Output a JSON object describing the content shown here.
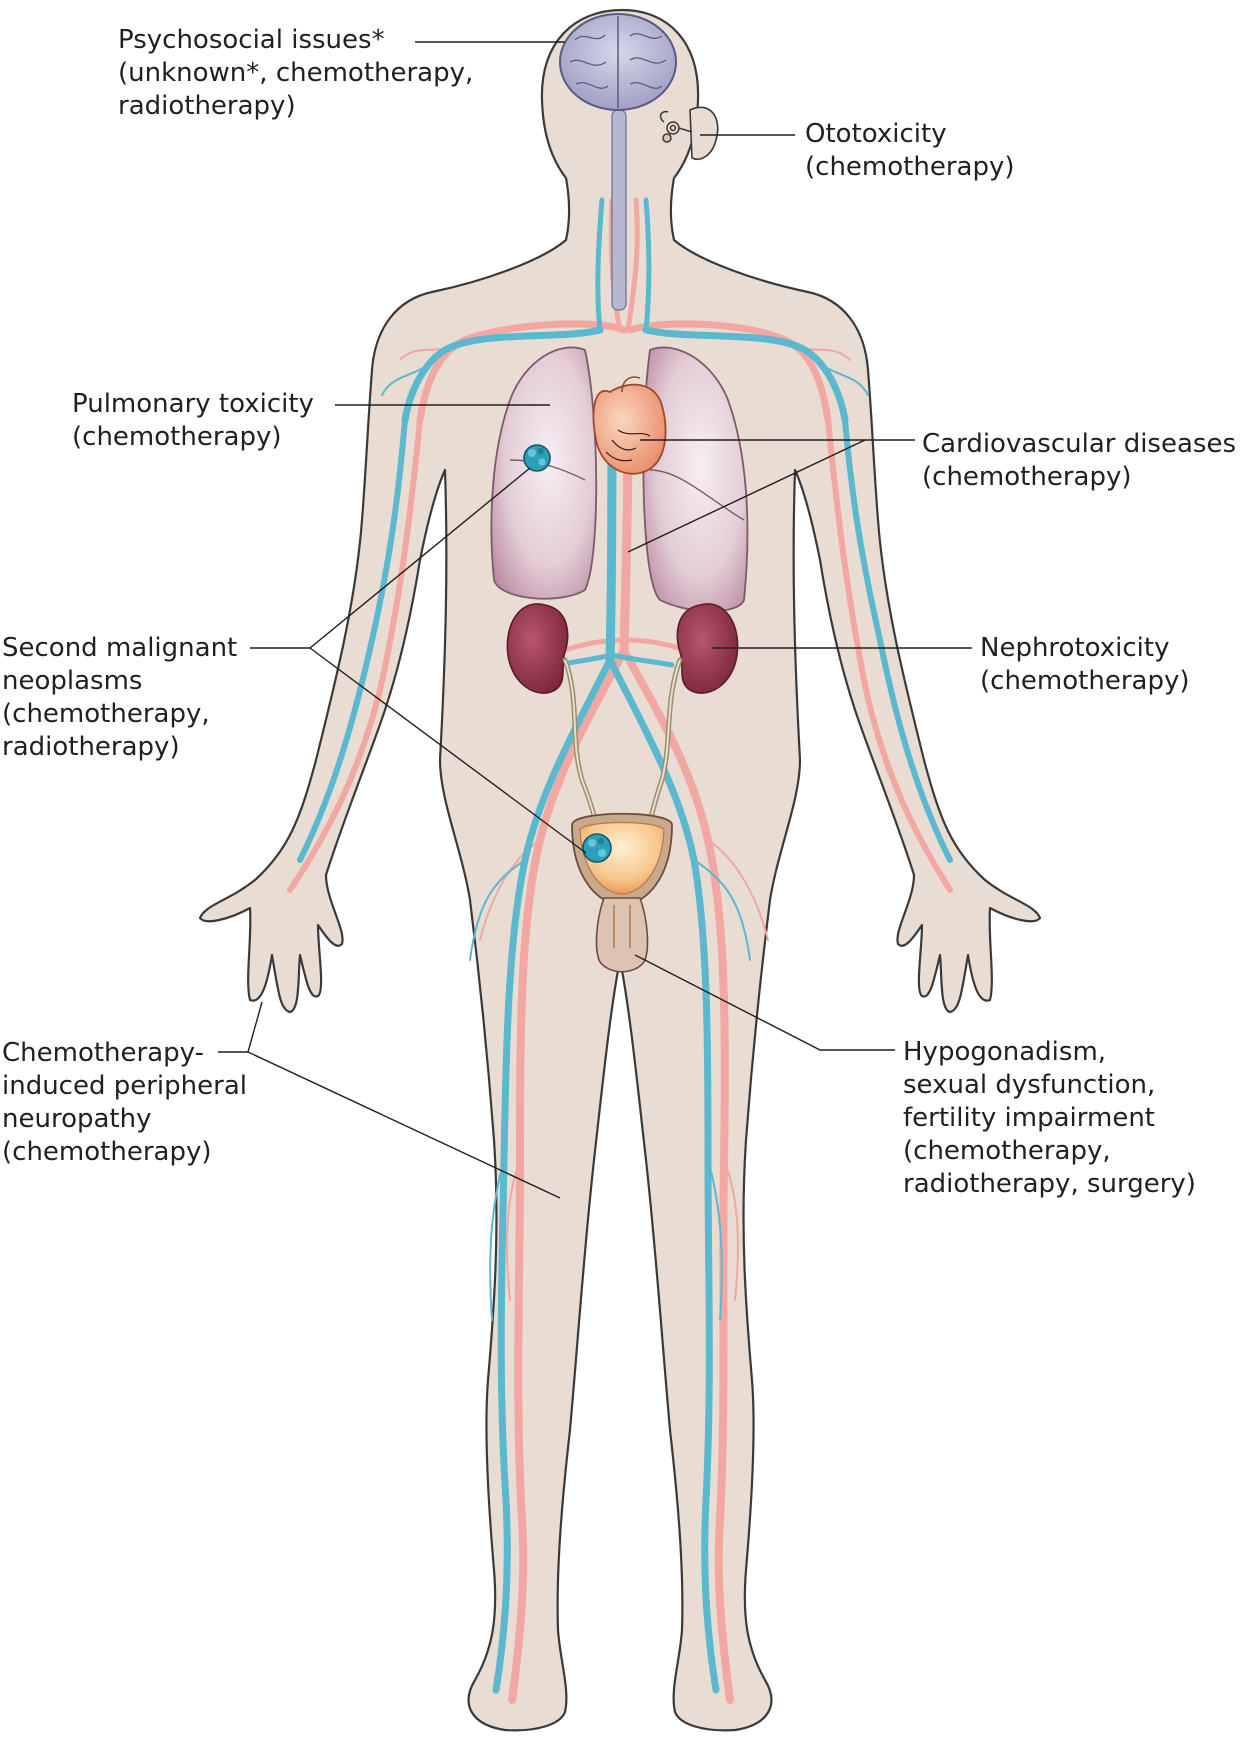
{
  "colors": {
    "skin": "#e9dcd2",
    "skin_outline": "#3a3a3a",
    "artery": "#f2a7a2",
    "vein": "#5ab8cf",
    "lung": "#e3cdd6",
    "kidney": "#97384f",
    "brain": "#b8b7d2",
    "heart": "#f0a888",
    "tumor": "#2e9fb8",
    "bladder": "#f6c98e",
    "leader_line": "#231f20"
  },
  "annotations": [
    {
      "id": "psychosocial",
      "lines": [
        "Psychosocial issues*",
        "(unknown*, chemotherapy,",
        "radiotherapy)"
      ]
    },
    {
      "id": "ototoxicity",
      "lines": [
        "Ototoxicity",
        "(chemotherapy)"
      ]
    },
    {
      "id": "pulmonary",
      "lines": [
        "Pulmonary toxicity",
        "(chemotherapy)"
      ]
    },
    {
      "id": "cardiovascular",
      "lines": [
        "Cardiovascular diseases",
        "(chemotherapy)"
      ]
    },
    {
      "id": "second_malignant",
      "lines": [
        "Second malignant",
        "neoplasms",
        "(chemotherapy,",
        "radiotherapy)"
      ]
    },
    {
      "id": "nephrotoxicity",
      "lines": [
        "Nephrotoxicity",
        "(chemotherapy)"
      ]
    },
    {
      "id": "neuropathy",
      "lines": [
        "Chemotherapy-",
        "induced peripheral",
        "neuropathy",
        "(chemotherapy)"
      ]
    },
    {
      "id": "hypogonadism",
      "lines": [
        "Hypogonadism,",
        "sexual dysfunction,",
        "fertility impairment",
        "(chemotherapy,",
        "radiotherapy, surgery)"
      ]
    }
  ]
}
